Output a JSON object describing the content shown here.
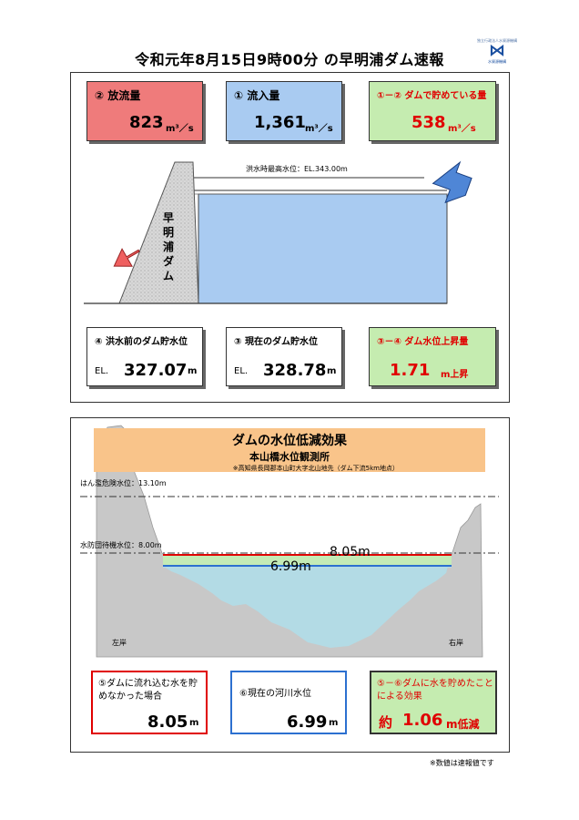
{
  "header": {
    "title": "令和元年8月15日9時00分 の早明浦ダム速報",
    "logo_top": "独立行政法人水資源機構",
    "logo_mark": "⋈",
    "logo_bottom": "水資源機構"
  },
  "top_panel": {
    "outflow": {
      "label": "② 放流量",
      "value": "823",
      "unit": "m³／s"
    },
    "inflow": {
      "label": "① 流入量",
      "value": "1,361",
      "unit": "m³／s"
    },
    "storage": {
      "label": "①－② ダムで貯めている量",
      "value": "538",
      "unit": "m³／s"
    },
    "flood_level_label": "洪水時最高水位：EL.343.00m",
    "dam_name": [
      "早",
      "明",
      "浦",
      "ダ",
      "ム"
    ],
    "before_level": {
      "label": "④ 洪水前のダム貯水位",
      "prefix": "EL.",
      "value": "327.07",
      "unit": "m"
    },
    "current_level": {
      "label": "③ 現在のダム貯水位",
      "prefix": "EL.",
      "value": "328.78",
      "unit": "m"
    },
    "rise": {
      "label": "③－④ ダム水位上昇量",
      "value": "1.71",
      "unit": "m上昇"
    }
  },
  "bottom_panel": {
    "banner_title": "ダムの水位低減効果",
    "banner_subtitle": "本山橋水位観測所",
    "banner_note": "※高知県長岡郡本山町大字北山地先（ダム下流5km地点）",
    "danger_level_label": "はん濫危険水位：13.10m",
    "standby_level_label": "水防団待機水位：8.00m",
    "level_without_dam": "8.05m",
    "level_current": "6.99m",
    "left_bank": "左岸",
    "right_bank": "右岸",
    "card5": {
      "label": "⑤ダムに流れ込む水を貯めなかった場合",
      "value": "8.05",
      "unit": "m"
    },
    "card6": {
      "label": "⑥現在の河川水位",
      "value": "6.99",
      "unit": "m"
    },
    "card7": {
      "label": "⑤－⑥ダムに水を貯めたことによる効果",
      "prefix": "約",
      "value": "1.06",
      "unit": "m低減"
    }
  },
  "footer_note": "※数値は速報値です",
  "colors": {
    "red_card": "#ef7b7b",
    "blue_card": "#a9cbf1",
    "green_card": "#c5ecb0",
    "water": "#a9cbf1",
    "river_water": "#b3dbe5",
    "banner": "#f9c48a",
    "terrain": "#c8c8c8",
    "accent_red": "#e00000"
  }
}
